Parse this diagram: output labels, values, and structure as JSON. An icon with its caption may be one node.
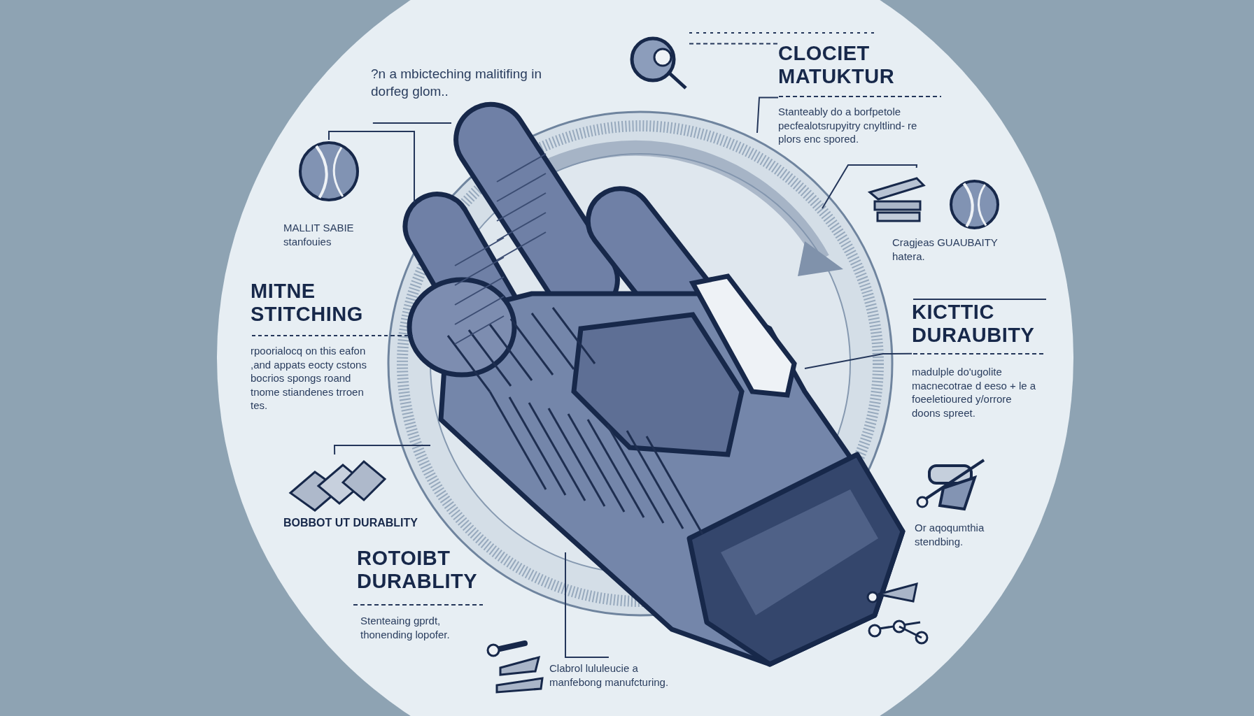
{
  "diagram": {
    "nodes": [
      {
        "text": [
          "?n a mbicteching malitifing in dorfeg glom.."
        ]
      },
      {
        "text": [],
        "shape": "picture",
        "beside": [
          "MALLIT SABIE stanfouies"
        ]
      },
      {
        "text": [
          "MITNE STITCHING",
          "rpoorialocq on this eafon ,and appats eocty cstons bocrios spongs roand tnome stiandenes trroen tes."
        ]
      },
      {
        "text": [],
        "shape": "picture",
        "beside": [
          "BOBBOT UT DURABLITY"
        ]
      },
      {
        "text": [
          "Clabrol lululeucie a manfebong manufcturing."
        ]
      },
      {
        "text": [],
        "shape": "picture"
      },
      {
        "text": [
          "CLOCIET MATUKTUR",
          "Stanteably do a borfpetole pecfealotsrupyitry cnyltlind- re plors enc spored."
        ]
      },
      {
        "text": [],
        "shape": "picture"
      },
      {
        "text": [
          "KICTTIC DURAUBITY",
          "madulple do'ugolite macnecotrae d eeso + le a foeeletioured y/orrore doons spreet."
        ]
      }
    ],
    "edges": [
      {
        "from": 0,
        "to": null,
        "arrow": "none"
      },
      {
        "from": 1,
        "to": null,
        "arrow": "none"
      },
      {
        "from": 2,
        "to": null,
        "arrow": "none",
        "style": "dashed"
      },
      {
        "from": 3,
        "to": null,
        "arrow": "none"
      },
      {
        "from": 4,
        "to": null,
        "arrow": "none"
      },
      {
        "from": 5,
        "to": 6,
        "arrow": "none",
        "style": "dashed"
      },
      {
        "from": 6,
        "to": null,
        "arrow": "none"
      },
      {
        "from": 7,
        "to": null,
        "arrow": "none"
      },
      {
        "from": 8,
        "to": null,
        "arrow": "none"
      }
    ],
    "labels": [
      "ROTOIBT DURABLITY",
      "Stenteaing gprdt, thonending lopofer.",
      "Cragjeas GUAUBAITY hatera.",
      "Or aqoqumthia stendbing."
    ]
  }
}
